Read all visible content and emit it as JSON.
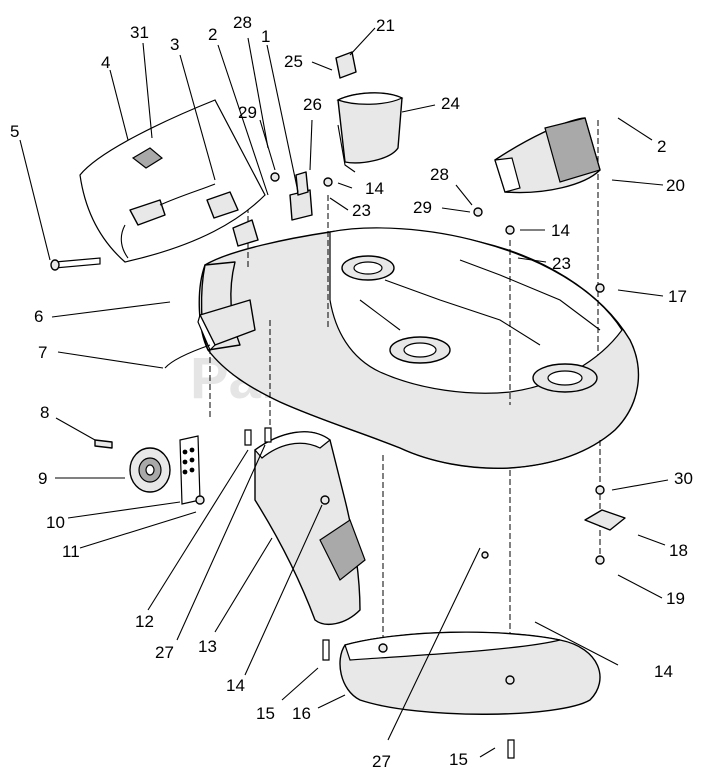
{
  "watermark": "PartsTree",
  "callouts": [
    {
      "id": "c-31a",
      "text": "31"
    },
    {
      "id": "c-3",
      "text": "3"
    },
    {
      "id": "c-2a",
      "text": "2"
    },
    {
      "id": "c-28a",
      "text": "28"
    },
    {
      "id": "c-1",
      "text": "1"
    },
    {
      "id": "c-21",
      "text": "21"
    },
    {
      "id": "c-4",
      "text": "4"
    },
    {
      "id": "c-25",
      "text": "25"
    },
    {
      "id": "c-24",
      "text": "24"
    },
    {
      "id": "c-5",
      "text": "5"
    },
    {
      "id": "c-29a",
      "text": "29"
    },
    {
      "id": "c-26",
      "text": "26"
    },
    {
      "id": "c-2b",
      "text": "2"
    },
    {
      "id": "c-14a",
      "text": "14"
    },
    {
      "id": "c-28b",
      "text": "28"
    },
    {
      "id": "c-20",
      "text": "20"
    },
    {
      "id": "c-23a",
      "text": "23"
    },
    {
      "id": "c-29b",
      "text": "29"
    },
    {
      "id": "c-14b",
      "text": "14"
    },
    {
      "id": "c-23b",
      "text": "23"
    },
    {
      "id": "c-17",
      "text": "17"
    },
    {
      "id": "c-6",
      "text": "6"
    },
    {
      "id": "c-7",
      "text": "7"
    },
    {
      "id": "c-8",
      "text": "8"
    },
    {
      "id": "c-9",
      "text": "9"
    },
    {
      "id": "c-30",
      "text": "30"
    },
    {
      "id": "c-10",
      "text": "10"
    },
    {
      "id": "c-18",
      "text": "18"
    },
    {
      "id": "c-11",
      "text": "11"
    },
    {
      "id": "c-19",
      "text": "19"
    },
    {
      "id": "c-12",
      "text": "12"
    },
    {
      "id": "c-13",
      "text": "13"
    },
    {
      "id": "c-27a",
      "text": "27"
    },
    {
      "id": "c-14c",
      "text": "14"
    },
    {
      "id": "c-14d",
      "text": "14"
    },
    {
      "id": "c-15a",
      "text": "15"
    },
    {
      "id": "c-16",
      "text": "16"
    },
    {
      "id": "c-27b",
      "text": "27"
    },
    {
      "id": "c-15b",
      "text": "15"
    }
  ]
}
